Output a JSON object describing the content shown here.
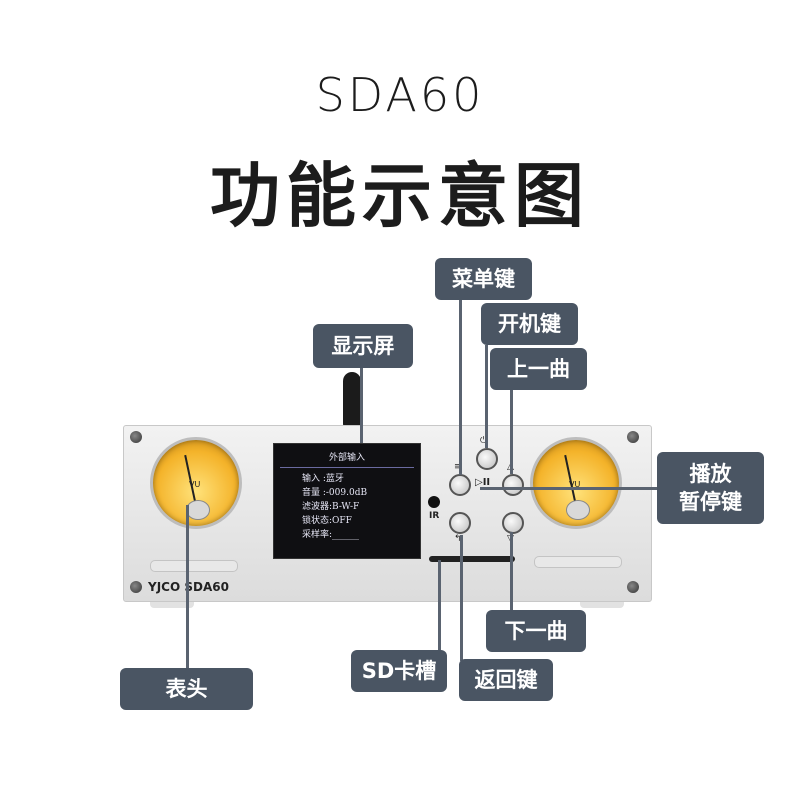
{
  "model": "SDA60",
  "heading": "功能示意图",
  "labels": {
    "menu_key": "菜单键",
    "power_key": "开机键",
    "prev_track": "上一曲",
    "display": "显示屏",
    "play_pause_line1": "播放",
    "play_pause_line2": "暂停键",
    "next_track": "下一曲",
    "meter": "表头",
    "sd_slot": "SD卡槽",
    "back_key": "返回键"
  },
  "screen": {
    "header": "外部输入",
    "rows": [
      "输入 :蓝牙",
      "音量 :-009.0dB",
      "滤波器:B-W-F",
      "锁状态:OFF",
      "采样率:______"
    ]
  },
  "device": {
    "brand": "YJCO SDA60",
    "ir": "IR",
    "meter_label": "VU"
  },
  "colors": {
    "tag_bg": "#4a5563",
    "meter_amber": "#f4b32a"
  }
}
